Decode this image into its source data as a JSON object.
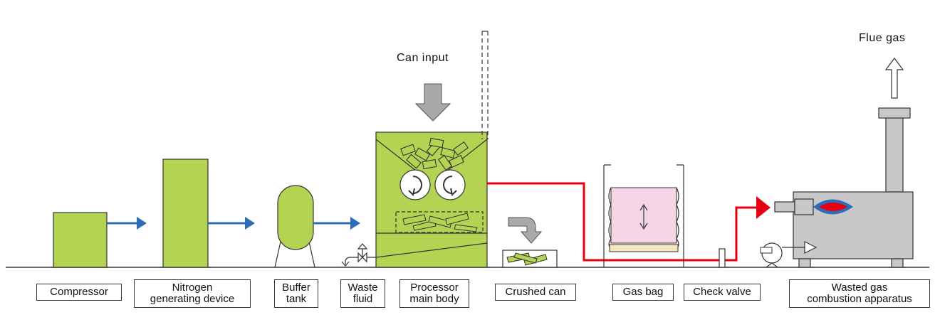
{
  "labels": {
    "compressor": "Compressor",
    "nitrogen": "Nitrogen\ngenerating device",
    "buffer": "Buffer\ntank",
    "waste": "Waste\nfluid",
    "processor": "Processor\nmain body",
    "crushed": "Crushed can",
    "gasbag": "Gas bag",
    "checkvalve": "Check valve",
    "combustion": "Wasted  gas\ncombustion apparatus",
    "can_input": "Can input",
    "flue_gas": "Flue gas"
  },
  "colors": {
    "equipment_green": "#b5d353",
    "nitrogen_flow": "#2d6db5",
    "gas_flow": "#e60012",
    "gas_bag": "#f7d5e6",
    "combustor_gray": "#c8c8c8",
    "arrow_gray": "#a9a9a9"
  }
}
